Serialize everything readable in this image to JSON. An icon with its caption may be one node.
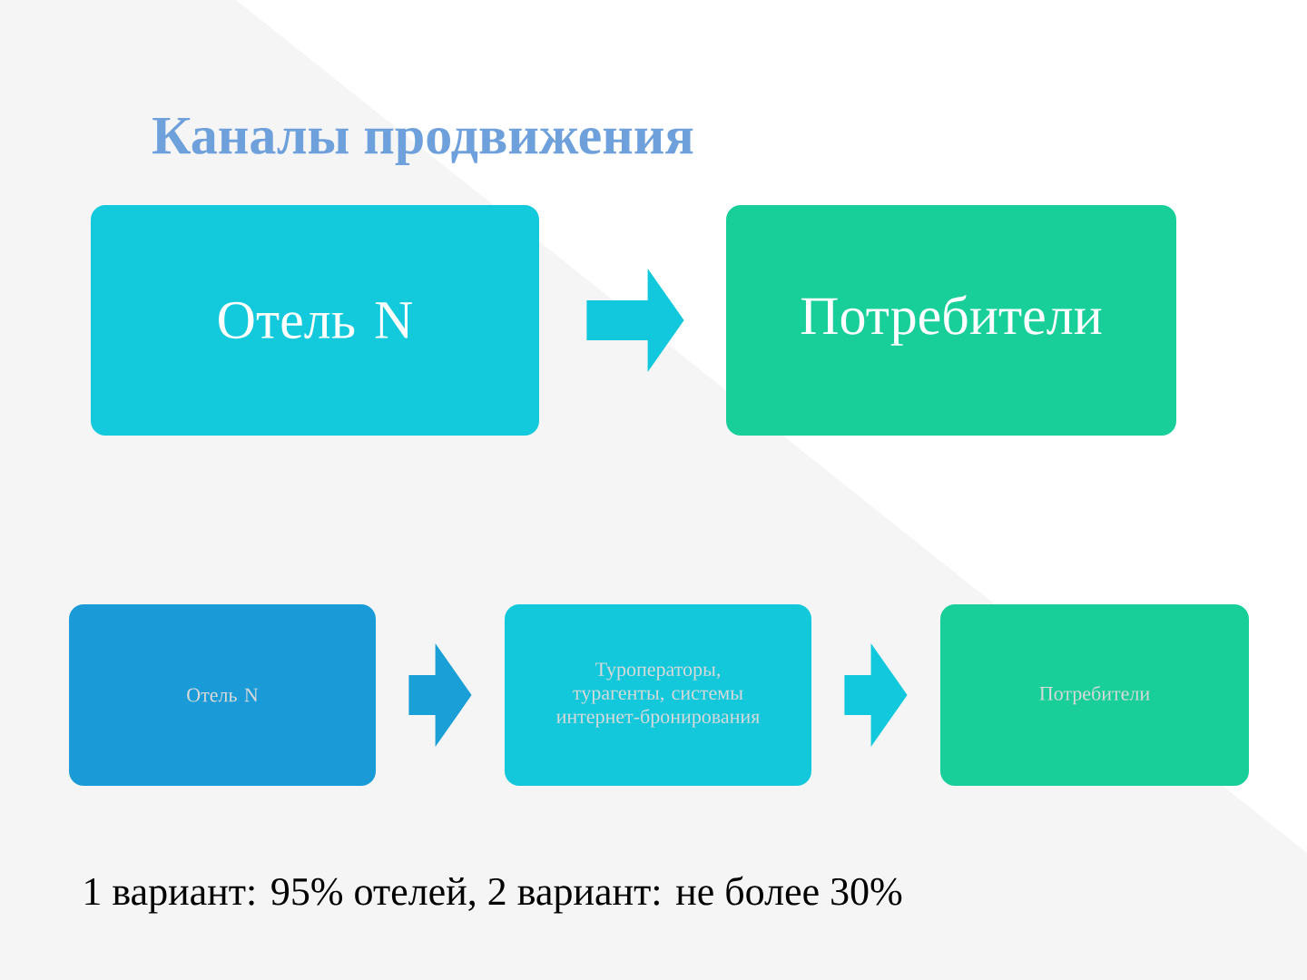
{
  "diagram": {
    "title": "Каналы продвижения",
    "nodes": [
      {
        "text": [
          "Отель N"
        ]
      },
      {
        "text": [
          "Потребители"
        ]
      },
      {
        "text": [
          "Отель N"
        ]
      },
      {
        "text": [
          "Туроператоры, турагенты, системы интернет-бронирования"
        ]
      },
      {
        "text": [
          "Потребители"
        ]
      }
    ],
    "edges": [
      {
        "from": 0,
        "to": 1,
        "arrow": "to",
        "color": "#12c8dc"
      },
      {
        "from": 2,
        "to": 3,
        "arrow": "to",
        "color": "#1a9fd6"
      },
      {
        "from": 3,
        "to": 4,
        "arrow": "to",
        "color": "#12c8dc"
      }
    ],
    "labels": [
      "1 вариант: 95% отелей, 2 вариант: не более 30%"
    ]
  }
}
